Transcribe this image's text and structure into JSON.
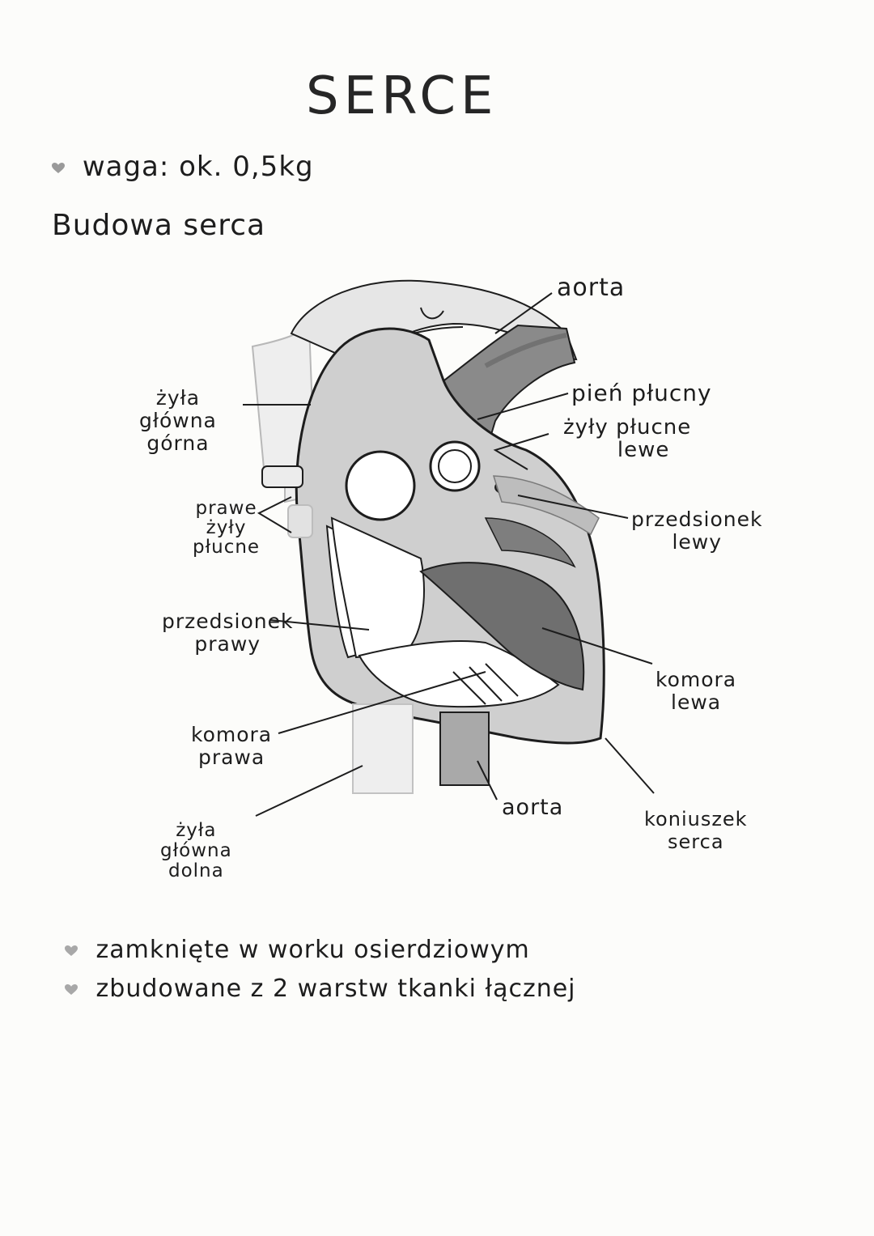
{
  "title": "SERCE",
  "weight_line": "waga: ok. 0,5kg",
  "subtitle": "Budowa serca",
  "labels": {
    "aorta_top": "aorta",
    "vena_cava_sup": [
      "żyła",
      "główna",
      "górna"
    ],
    "pulmonary_trunk": "pień płucny",
    "pulmonary_veins_left": [
      "żyły płucne",
      "lewe"
    ],
    "pulmonary_veins_right": [
      "prawe",
      "żyły",
      "płucne"
    ],
    "left_atrium": [
      "przedsionek",
      "lewy"
    ],
    "right_atrium": [
      "przedsionek",
      "prawy"
    ],
    "left_ventricle": [
      "komora",
      "lewa"
    ],
    "right_ventricle": [
      "komora",
      "prawa"
    ],
    "aorta_bottom": "aorta",
    "apex": [
      "koniuszek",
      "serca"
    ],
    "vena_cava_inf": [
      "żyła",
      "główna",
      "dolna"
    ]
  },
  "bullets": [
    "zamknięte w worku osierdziowym",
    "zbudowane z 2 warstw tkanki łącznej"
  ],
  "colors": {
    "ink": "#1d1d1d",
    "pencil_dark": "#6f6f6f",
    "pencil_mid": "#a6a6a6",
    "pencil_light": "#d6d6d6",
    "bullet_heart": "#9a9a9a"
  }
}
